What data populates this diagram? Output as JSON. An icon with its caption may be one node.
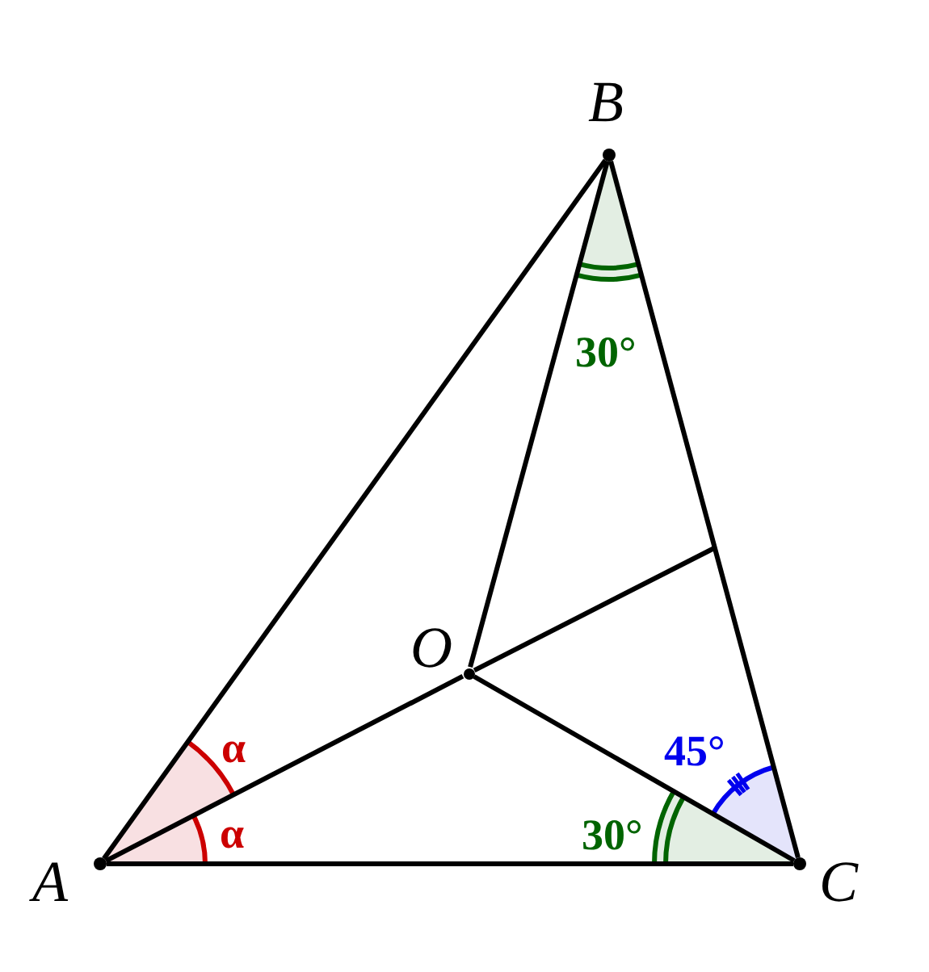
{
  "diagram": {
    "nodes": [
      {
        "text": [],
        "shape": "circle",
        "beside": [
          "A"
        ]
      },
      {
        "text": [],
        "shape": "circle",
        "beside": [
          "B"
        ]
      },
      {
        "text": [],
        "shape": "circle",
        "beside": [
          "C"
        ]
      },
      {
        "text": [],
        "shape": "circle",
        "beside": [
          "O"
        ]
      }
    ],
    "edges": [
      {
        "from": 0,
        "to": 1,
        "arrow": "none"
      },
      {
        "from": 1,
        "to": 2,
        "arrow": "none"
      },
      {
        "from": 0,
        "to": 2,
        "arrow": "none"
      },
      {
        "from": 1,
        "to": 3,
        "arrow": "none"
      },
      {
        "from": 3,
        "to": 2,
        "arrow": "none"
      },
      {
        "from": 0,
        "to": 3,
        "arrow": "none"
      },
      {
        "from": 3,
        "to": null,
        "arrow": "none"
      }
    ],
    "labels": [
      "30°",
      "α",
      "45°",
      "α",
      "30°"
    ]
  }
}
